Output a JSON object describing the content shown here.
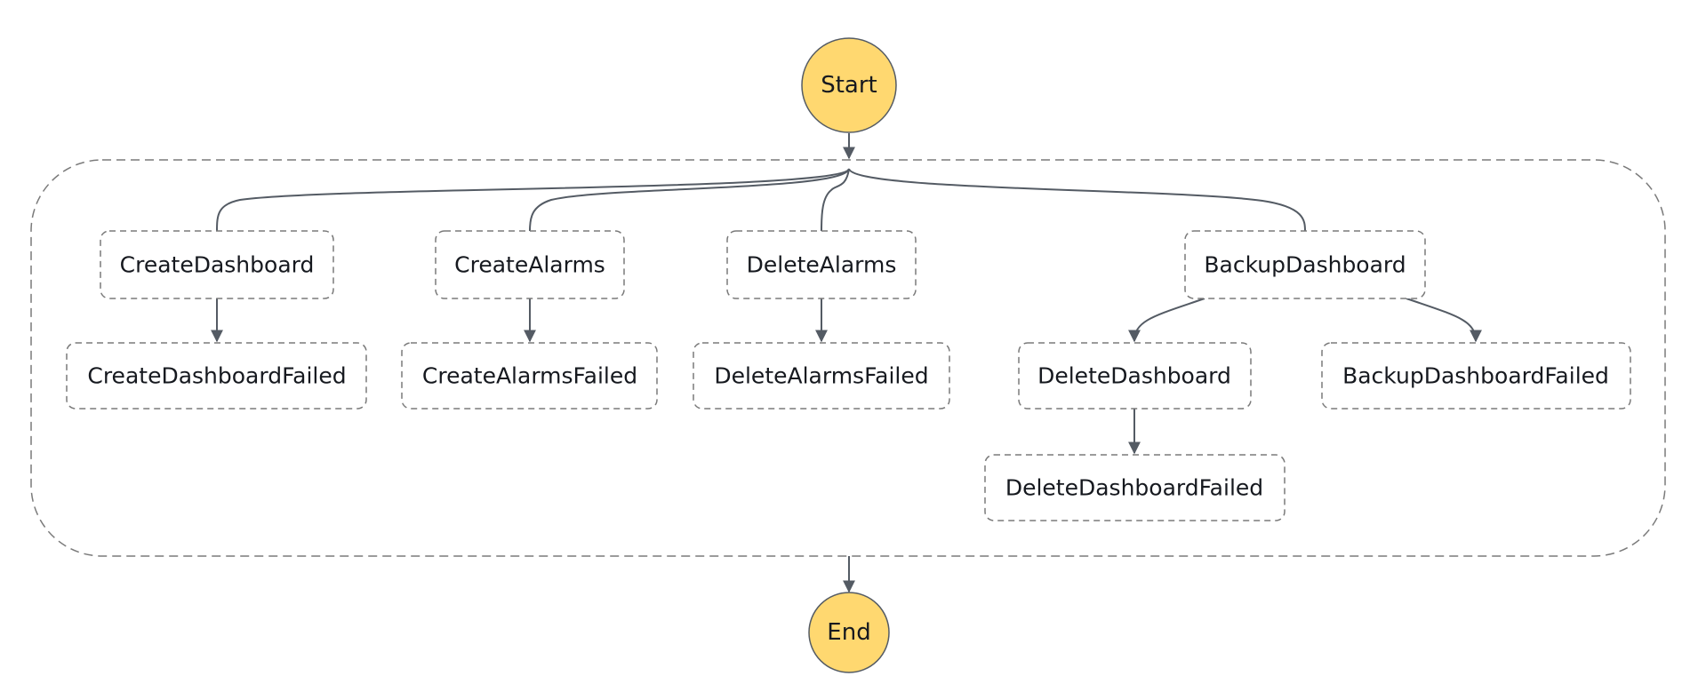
{
  "colors": {
    "terminal_fill": "#ffd870",
    "node_border": "#7a7a7a",
    "edge": "#545b64",
    "text": "#16191f"
  },
  "terminals": {
    "start": "Start",
    "end": "End"
  },
  "states": {
    "create_dashboard": "CreateDashboard",
    "create_alarms": "CreateAlarms",
    "delete_alarms": "DeleteAlarms",
    "backup_dashboard": "BackupDashboard",
    "create_dashboard_failed": "CreateDashboardFailed",
    "create_alarms_failed": "CreateAlarmsFailed",
    "delete_alarms_failed": "DeleteAlarmsFailed",
    "delete_dashboard": "DeleteDashboard",
    "backup_dashboard_failed": "BackupDashboardFailed",
    "delete_dashboard_failed": "DeleteDashboardFailed"
  },
  "edges": [
    [
      "start",
      "choice-group"
    ],
    [
      "choice-group",
      "create_dashboard"
    ],
    [
      "choice-group",
      "create_alarms"
    ],
    [
      "choice-group",
      "delete_alarms"
    ],
    [
      "choice-group",
      "backup_dashboard"
    ],
    [
      "create_dashboard",
      "create_dashboard_failed"
    ],
    [
      "create_alarms",
      "create_alarms_failed"
    ],
    [
      "delete_alarms",
      "delete_alarms_failed"
    ],
    [
      "backup_dashboard",
      "delete_dashboard"
    ],
    [
      "backup_dashboard",
      "backup_dashboard_failed"
    ],
    [
      "delete_dashboard",
      "delete_dashboard_failed"
    ],
    [
      "choice-group",
      "end"
    ]
  ]
}
